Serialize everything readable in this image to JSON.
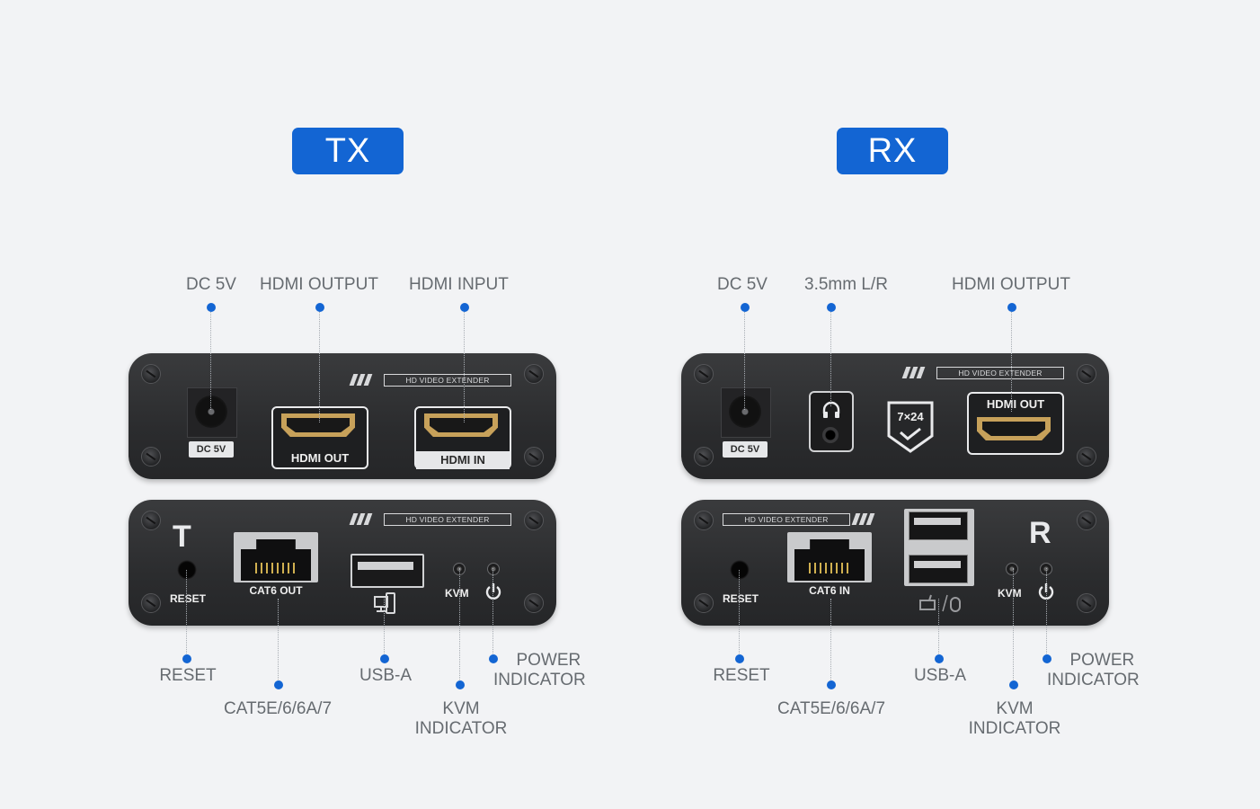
{
  "tx": {
    "tag": "TX",
    "top_labels": {
      "dc": "DC 5V",
      "hdmi_out": "HDMI OUTPUT",
      "hdmi_in": "HDMI INPUT"
    },
    "front": {
      "brand": "HD VIDEO EXTENDER",
      "dc_label": "DC 5V",
      "hdmi_out_label": "HDMI OUT",
      "hdmi_in_label": "HDMI IN"
    },
    "back": {
      "brand": "HD VIDEO EXTENDER",
      "mark": "T",
      "reset_label": "RESET",
      "rj45_label": "CAT6 OUT",
      "kvm_label": "KVM"
    },
    "bottom_labels": {
      "reset": "RESET",
      "cat": "CAT5E/6/6A/7",
      "usb": "USB-A",
      "kvm_line1": "KVM",
      "kvm_line2": "INDICATOR",
      "power_line1": "POWER",
      "power_line2": "INDICATOR"
    }
  },
  "rx": {
    "tag": "RX",
    "top_labels": {
      "dc": "DC 5V",
      "audio": "3.5mm L/R",
      "hdmi_out": "HDMI OUTPUT"
    },
    "front": {
      "brand": "HD VIDEO EXTENDER",
      "dc_label": "DC 5V",
      "badge": "7×24",
      "hdmi_out_label": "HDMI OUT"
    },
    "back": {
      "brand": "HD VIDEO EXTENDER",
      "mark": "R",
      "reset_label": "RESET",
      "rj45_label": "CAT6 IN",
      "kvm_label": "KVM"
    },
    "bottom_labels": {
      "reset": "RESET",
      "cat": "CAT5E/6/6A/7",
      "usb": "USB-A",
      "kvm_line1": "KVM",
      "kvm_line2": "INDICATOR",
      "power_line1": "POWER",
      "power_line2": "INDICATOR"
    }
  },
  "colors": {
    "accent": "#1365d3",
    "panel": "#2f3032",
    "label": "#666b70",
    "background": "#f2f3f5"
  },
  "icons": [
    "power-icon",
    "usb-device-icon",
    "keyboard-mouse-icon",
    "headphone-icon",
    "check-shield-icon"
  ]
}
